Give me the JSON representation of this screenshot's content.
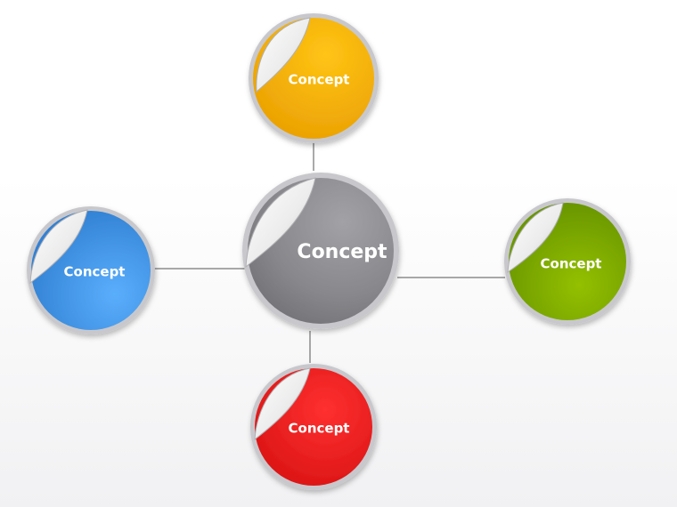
{
  "diagram": {
    "center": {
      "label": "Concept",
      "color": "#8a8a8a"
    },
    "top": {
      "label": "Concept",
      "color": "#f5b200"
    },
    "left": {
      "label": "Concept",
      "color": "#3f8fdc"
    },
    "right": {
      "label": "Concept",
      "color": "#7fae00"
    },
    "bottom": {
      "label": "Concept",
      "color": "#ee1c1c"
    }
  }
}
